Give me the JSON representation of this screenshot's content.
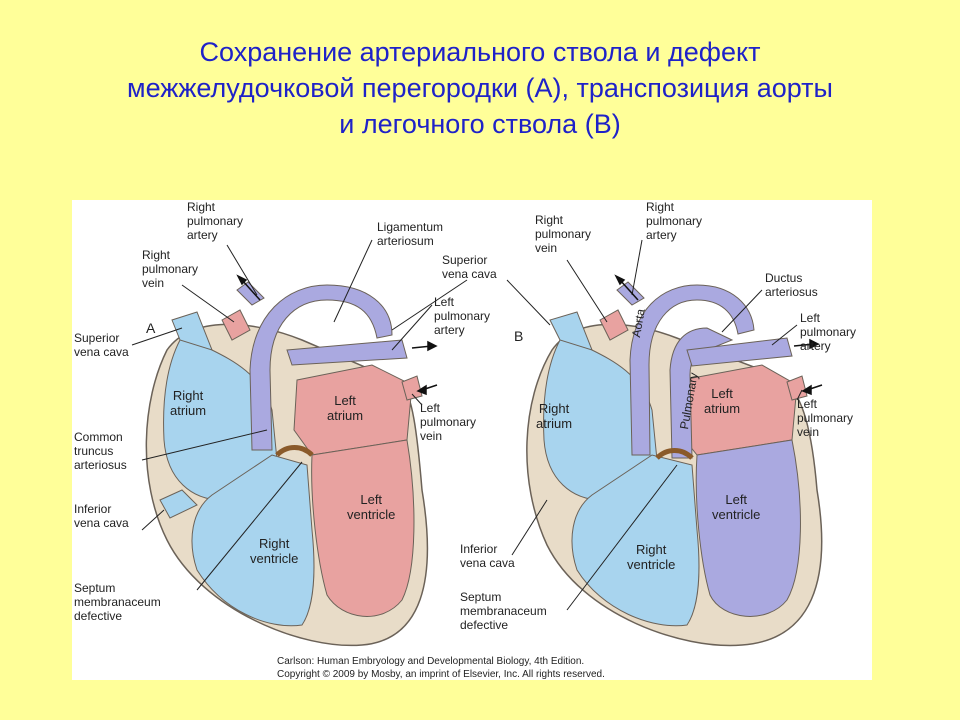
{
  "title": {
    "line1": "Сохранение артериального ствола и дефект",
    "line2": "межжелудочковой перегородки (А), транспозиция аорты",
    "line3": "и легочного ствола (В)"
  },
  "colors": {
    "background": "#ffff99",
    "title": "#1f22c8",
    "venous": "#a8d4ee",
    "arterial": "#e8a2a0",
    "mixed": "#aaa9e0",
    "wall": "#e8dcc8"
  },
  "diagram_a": {
    "letter": "A",
    "right_pulmonary_artery": "Right\npulmonary\nartery",
    "ligamentum_arteriosum": "Ligamentum\narteriosum",
    "right_pulmonary_vein": "Right\npulmonary\nvein",
    "superior_vena_cava_top": "Superior\nvena cava",
    "left_pulmonary_artery": "Left\npulmonary\nartery",
    "superior_vena_cava": "Superior\nvena cava",
    "right_atrium": "Right\natrium",
    "left_atrium": "Left\natrium",
    "left_pulmonary_vein": "Left\npulmonary\nvein",
    "common_truncus": "Common\ntruncus\narteriosus",
    "left_ventricle": "Left\nventricle",
    "inferior_vena_cava": "Inferior\nvena cava",
    "right_ventricle": "Right\nventricle",
    "septum": "Septum\nmembranaceum\ndefective"
  },
  "diagram_b": {
    "letter": "B",
    "right_pulmonary_artery": "Right\npulmonary\nartery",
    "right_pulmonary_vein": "Right\npulmonary\nvein",
    "ductus_arteriosus": "Ductus\narteriosus",
    "left_pulmonary_artery": "Left\npulmonary\nartery",
    "aorta": "Aorta",
    "pulmonary": "Pulmonary",
    "right_atrium": "Right\natrium",
    "left_atrium": "Left\natrium",
    "left_pulmonary_vein": "Left\npulmonary\nvein",
    "left_ventricle": "Left\nventricle",
    "right_ventricle": "Right\nventricle",
    "inferior_vena_cava": "Inferior\nvena cava",
    "septum": "Septum\nmembranaceum\ndefective"
  },
  "credit": {
    "line1": "Carlson: Human Embryology and Developmental Biology, 4th Edition.",
    "line2": "Copyright © 2009 by Mosby, an imprint of Elsevier, Inc. All rights reserved."
  }
}
